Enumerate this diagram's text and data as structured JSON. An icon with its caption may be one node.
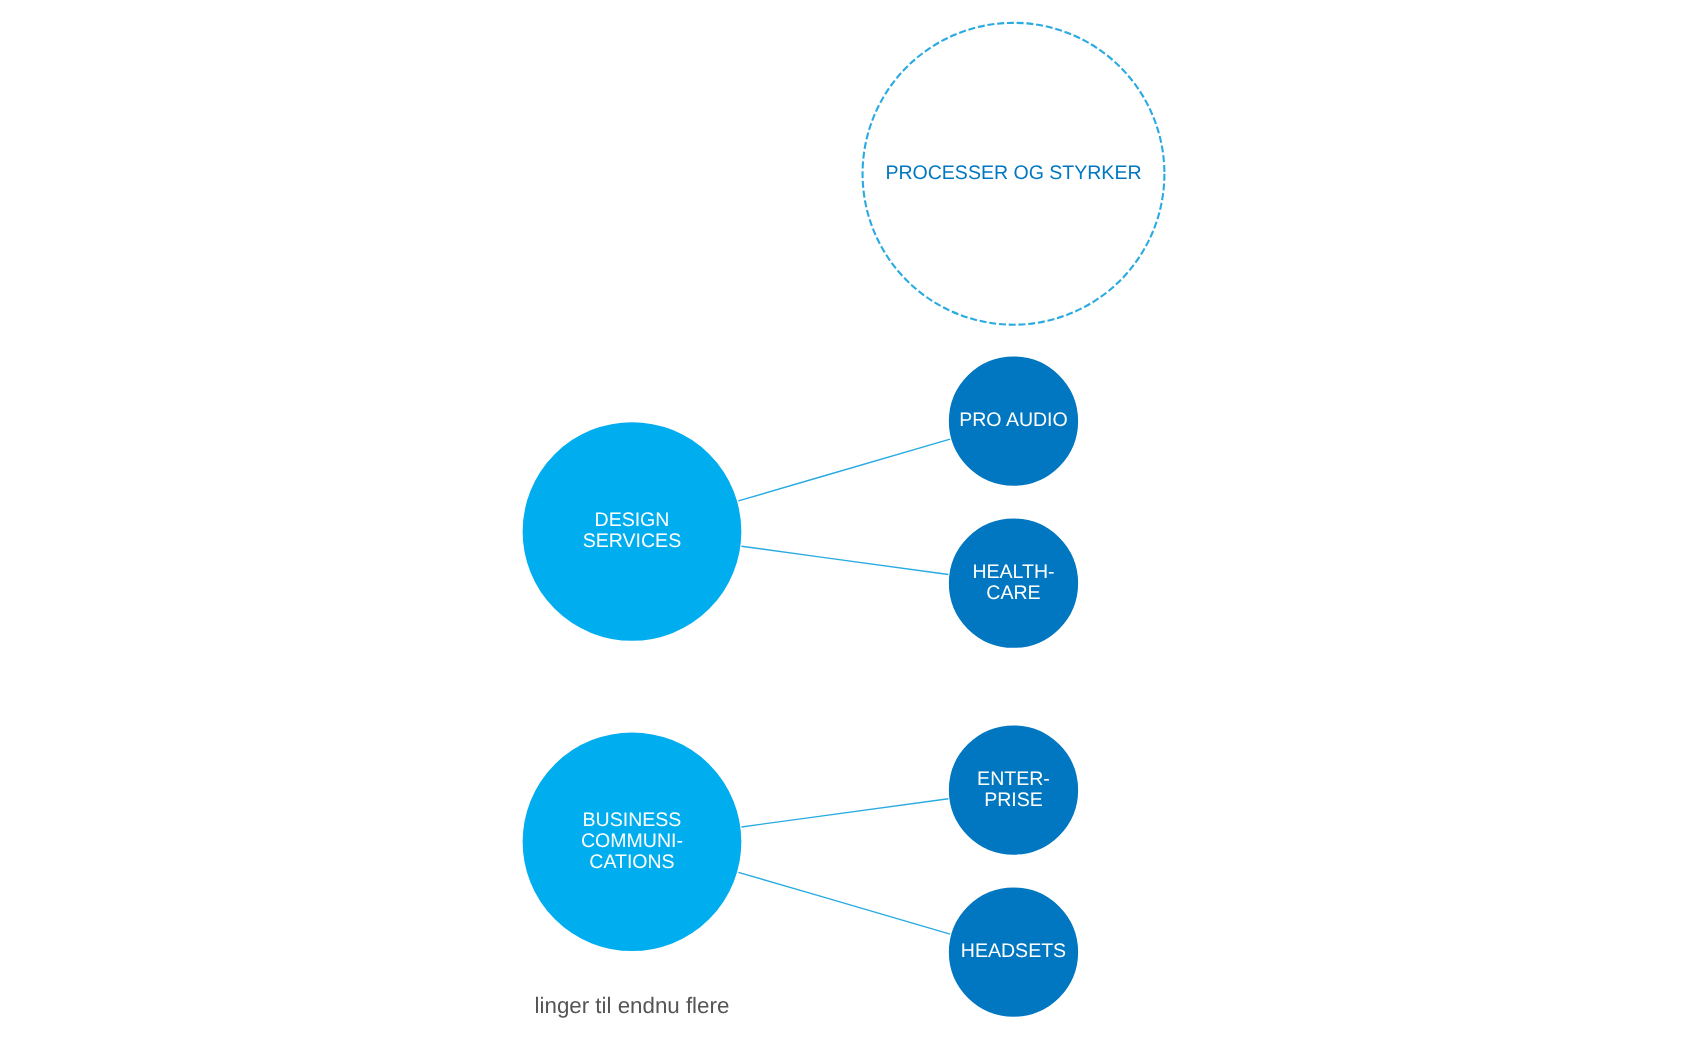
{
  "diagram": {
    "nodes": [
      {
        "text": [
          "BUSINESS COMMUNI- CATIONS"
        ]
      },
      {
        "text": [
          "DESIGN SERVICES"
        ]
      },
      {
        "text": [
          "ENTER- PRISE"
        ]
      },
      {
        "text": [
          "HEADSETS"
        ]
      },
      {
        "text": [
          "PRO AUDIO"
        ]
      },
      {
        "text": [
          "HEALTH- CARE"
        ]
      },
      {
        "text": [
          "PROCESSER OG STYRKER"
        ]
      }
    ],
    "edges": [
      {
        "from": 0,
        "to": 2,
        "arrow": "none"
      },
      {
        "from": 0,
        "to": 3,
        "arrow": "none"
      },
      {
        "from": 1,
        "to": 4,
        "arrow": "none"
      },
      {
        "from": 1,
        "to": 5,
        "arrow": "none"
      }
    ],
    "labels": [
      "linger til endnu flere"
    ]
  }
}
